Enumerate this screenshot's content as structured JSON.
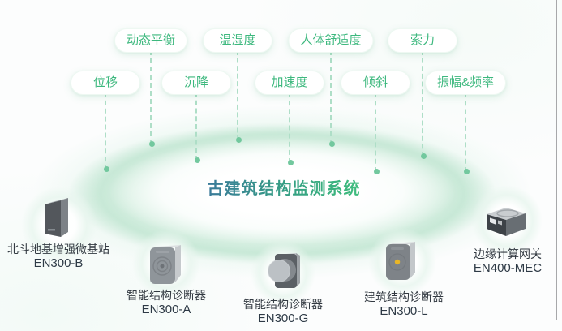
{
  "system": {
    "title": "古建筑结构监测系统"
  },
  "monitoring_tags": [
    {
      "id": "dynamic-balance",
      "label": "动态平衡"
    },
    {
      "id": "temperature-humidity",
      "label": "温湿度"
    },
    {
      "id": "human-comfort",
      "label": "人体舒适度"
    },
    {
      "id": "cable-force",
      "label": "索力"
    },
    {
      "id": "displacement",
      "label": "位移"
    },
    {
      "id": "settlement",
      "label": "沉降"
    },
    {
      "id": "acceleration",
      "label": "加速度"
    },
    {
      "id": "tilt",
      "label": "倾斜"
    },
    {
      "id": "amplitude-frequency",
      "label": "振幅&频率"
    }
  ],
  "devices": [
    {
      "name": "北斗地基增强微基站",
      "model": "EN300-B"
    },
    {
      "name": "智能结构诊断器",
      "model": "EN300-A"
    },
    {
      "name": "智能结构诊断器",
      "model": "EN300-G"
    },
    {
      "name": "建筑结构诊断器",
      "model": "EN300-L"
    },
    {
      "name": "边缘计算网关",
      "model": "EN400-MEC"
    }
  ],
  "colors": {
    "tag_text": "#3db87e",
    "title_gradient_start": "#3a7a99",
    "title_gradient_end": "#3fbd7d",
    "connector_dash": "#aedec7",
    "connector_dot": "#72c89e",
    "platform_ring": "#c7e8d6"
  }
}
